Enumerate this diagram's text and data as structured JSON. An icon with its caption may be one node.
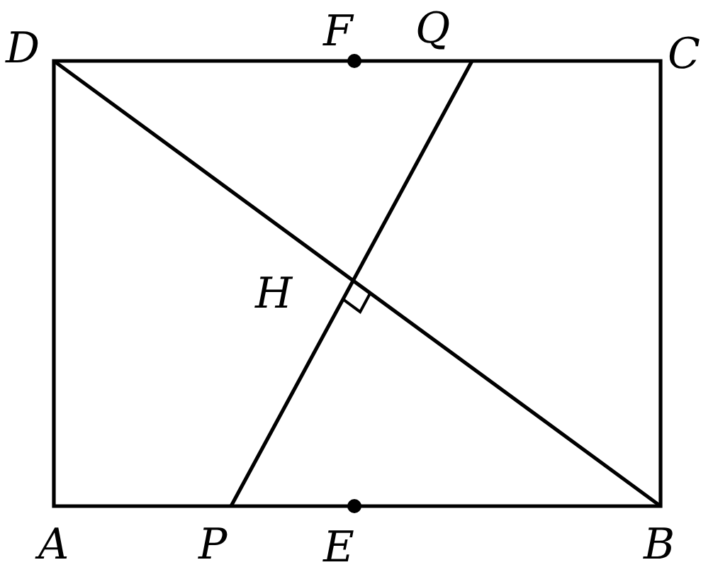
{
  "diagram": {
    "labels": [
      "D",
      "F",
      "Q",
      "C",
      "H",
      "A",
      "P",
      "E",
      "B"
    ]
  }
}
